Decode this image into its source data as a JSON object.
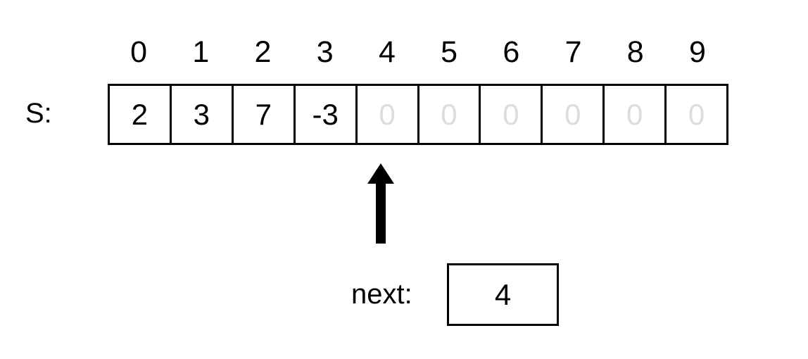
{
  "diagram": {
    "array": {
      "name_label": "S:",
      "indices": [
        "0",
        "1",
        "2",
        "3",
        "4",
        "5",
        "6",
        "7",
        "8",
        "9"
      ],
      "cells": [
        {
          "value": "2",
          "filled": true
        },
        {
          "value": "3",
          "filled": true
        },
        {
          "value": "7",
          "filled": true
        },
        {
          "value": "-3",
          "filled": true
        },
        {
          "value": "0",
          "filled": false
        },
        {
          "value": "0",
          "filled": false
        },
        {
          "value": "0",
          "filled": false
        },
        {
          "value": "0",
          "filled": false
        },
        {
          "value": "0",
          "filled": false
        },
        {
          "value": "0",
          "filled": false
        }
      ]
    },
    "pointer": {
      "icon": "up-arrow-icon",
      "points_to_index": "4"
    },
    "next": {
      "label": "next:",
      "value": "4"
    },
    "colors": {
      "stroke": "#000000",
      "text": "#000000",
      "empty_value": "#dcdcdc",
      "background": "#ffffff"
    }
  }
}
